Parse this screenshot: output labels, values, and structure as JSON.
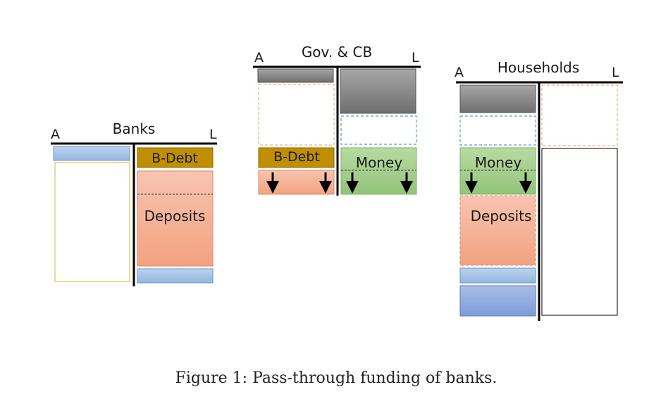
{
  "sectors": {
    "banks": {
      "title": "Banks",
      "assets_label": "A",
      "liabilities_label": "L",
      "bdebt": "B-Debt",
      "deposits": "Deposits"
    },
    "gov_cb": {
      "title": "Gov. & CB",
      "assets_label": "A",
      "liabilities_label": "L",
      "bdebt": "B-Debt",
      "money": "Money"
    },
    "households": {
      "title": "Households",
      "assets_label": "A",
      "liabilities_label": "L",
      "money": "Money",
      "deposits": "Deposits"
    }
  },
  "caption": "Figure 1: Pass-through funding of banks.",
  "colors": {
    "bdebt": "#bf8f00",
    "deposits": "#f4b09a",
    "money": "#a9d18e",
    "light_blue": "#a4c2e6",
    "dark_blue": "#8ea9db",
    "gray": "#8c8c8c",
    "dashed_orange": "#f4b183",
    "dashed_blue": "#5b9bd5",
    "yellow_outline": "#e6c84b"
  }
}
